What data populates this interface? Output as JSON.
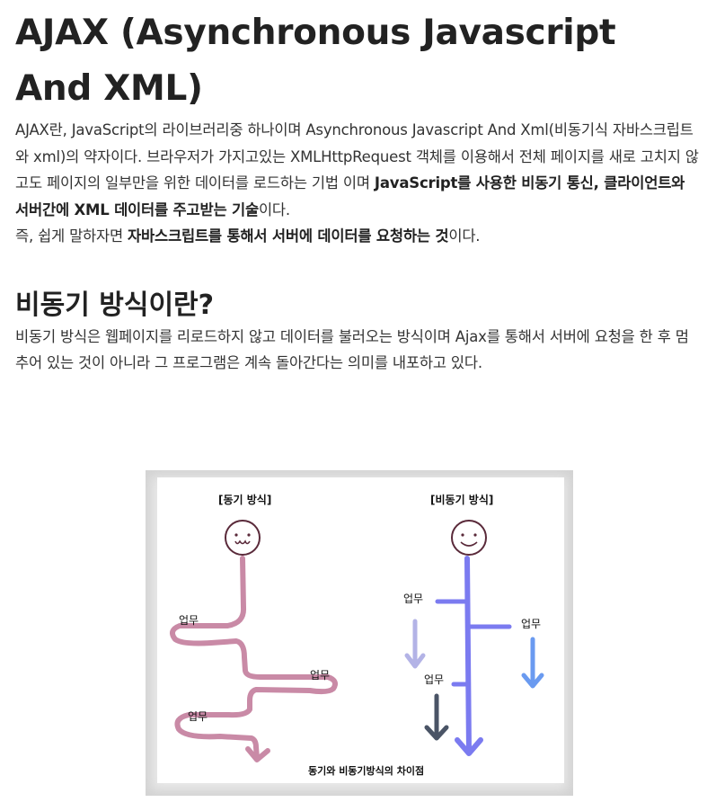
{
  "title": "AJAX (Asynchronous Javascript And XML)",
  "intro": {
    "text1": "AJAX란, JavaScript의 라이브러리중 하나이며 Asynchronous Javascript And Xml(비동기식 자바스크립트와 xml)의 약자이다. 브라우저가 가지고있는 XMLHttpRequest 객체를 이용해서 전체 페이지를 새로 고치지 않고도 페이지의 일부만을 위한 데이터를 로드하는 기법 이며 ",
    "bold1": "JavaScript를 사용한 비동기 통신, 클라이언트와 서버간에 XML 데이터를 주고받는 기술",
    "text1_end": "이다."
  },
  "summary": {
    "text1": "즉, 쉽게 말하자면 ",
    "bold1": "자바스크립트를 통해서 서버에 데이터를 요청하는 것",
    "text1_end": "이다."
  },
  "section": {
    "heading": "비동기 방식이란?",
    "paragraph": "비동기 방식은 웹페이지를 리로드하지 않고 데이터를 불러오는 방식이며 Ajax를 통해서 서버에 요청을 한 후 멈추어 있는 것이 아니라 그 프로그램은 계속 돌아간다는 의미를 내포하고 있다."
  },
  "figure": {
    "sync_label": "[동기 방식]",
    "async_label": "[비동기 방식]",
    "task_label": "업무",
    "caption": "동기와 비동기방식의 차이점",
    "colors": {
      "sync_path": "#c98aa6",
      "async_main": "#7b7bf0",
      "arrow_light": "#b3b3e6",
      "arrow_dark": "#4a5466",
      "arrow_blue": "#6a9af0",
      "face": "#5a2a3a"
    }
  }
}
